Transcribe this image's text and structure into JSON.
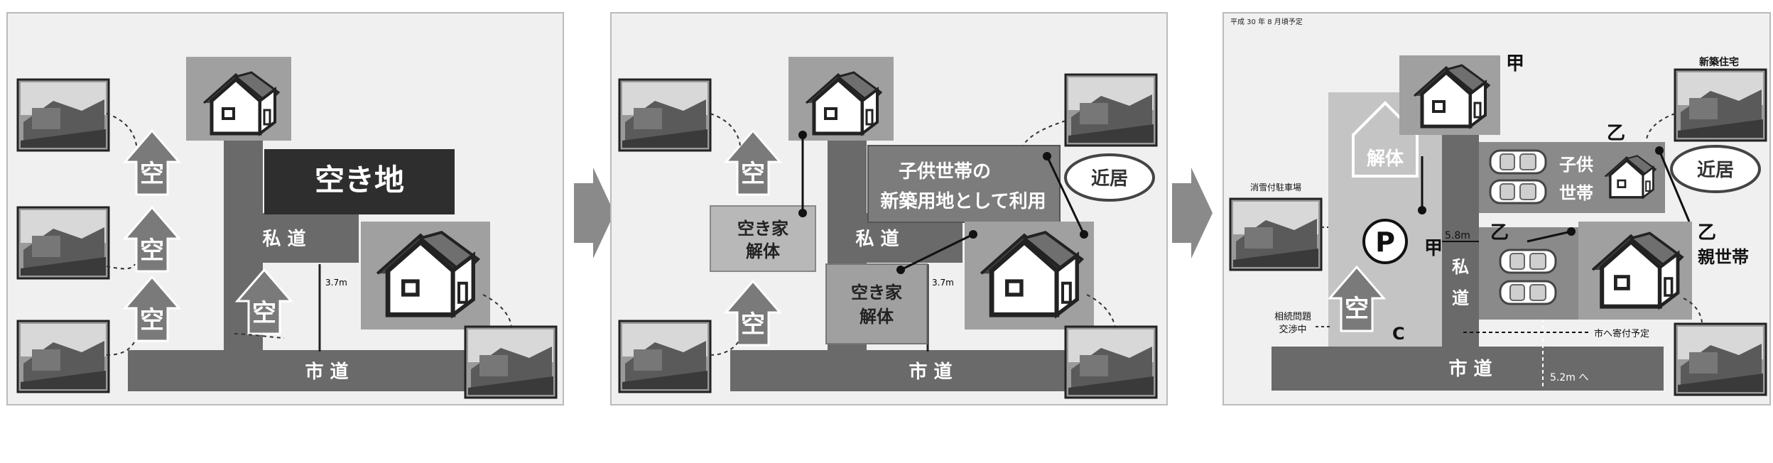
{
  "panel1": {
    "akichi": "空き地",
    "shido": "私 道",
    "width_label": "3.7m",
    "road": "市 道",
    "vacant": [
      "空",
      "空",
      "空",
      "空"
    ]
  },
  "panel2": {
    "plan_box": [
      "子供世帯の",
      "新築用地として利用"
    ],
    "near_badge": "近居",
    "demolish_a": [
      "空き家",
      "解体"
    ],
    "demolish_b": [
      "空き家",
      "解体"
    ],
    "shido": "私 道",
    "width_label": "3.7m",
    "road": "市 道",
    "vacant": [
      "空",
      "空"
    ]
  },
  "panel3": {
    "header": "平成 30 年 8 月頃予定",
    "kou": "甲",
    "kou2": "甲",
    "shinchiku": "新築住宅",
    "otsu": [
      "乙",
      "乙",
      "乙"
    ],
    "child": [
      "子供",
      "世帯"
    ],
    "near_badge": "近居",
    "kaitai": "解体",
    "parking_letter": "P",
    "shoshou": "消雪付駐車場",
    "dim_58": "5.8m",
    "shido_chars": [
      "私",
      "道"
    ],
    "oya": "親世帯",
    "vacant": "空",
    "c_label": "C",
    "souzoku": [
      "相続問題",
      "交渉中"
    ],
    "kifu": "市へ寄付予定",
    "road": "市 道",
    "dim_52": "5.2m へ"
  },
  "colors": {
    "bg": "#ffffff",
    "panel": "#f0f0f0",
    "road": "#6a6a6a",
    "dark": "#333333",
    "mid": "#8a8a8a",
    "light": "#bdbdbd",
    "white": "#ffffff"
  }
}
